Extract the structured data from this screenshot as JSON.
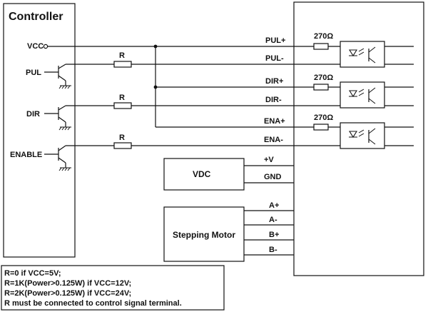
{
  "controller": {
    "title": "Controller",
    "pins": {
      "vcc": "VCC",
      "pul": "PUL",
      "dir": "DIR",
      "enable": "ENABLE"
    },
    "resistor_label": "R"
  },
  "driver": {
    "inputs": {
      "pul_plus": "PUL+",
      "pul_minus": "PUL-",
      "dir_plus": "DIR+",
      "dir_minus": "DIR-",
      "ena_plus": "ENA+",
      "ena_minus": "ENA-"
    },
    "resistor_value": "270Ω",
    "power": {
      "v_plus": "+V",
      "gnd": "GND"
    },
    "motor_pins": {
      "a_plus": "A+",
      "a_minus": "A-",
      "b_plus": "B+",
      "b_minus": "B-"
    }
  },
  "vdc": {
    "label": "VDC"
  },
  "motor": {
    "label": "Stepping Motor"
  },
  "notes": [
    "R=0 if VCC=5V;",
    "R=1K(Power>0.125W) if VCC=12V;",
    "R=2K(Power>0.125W) if VCC=24V;",
    "R must be connected to control signal terminal."
  ]
}
